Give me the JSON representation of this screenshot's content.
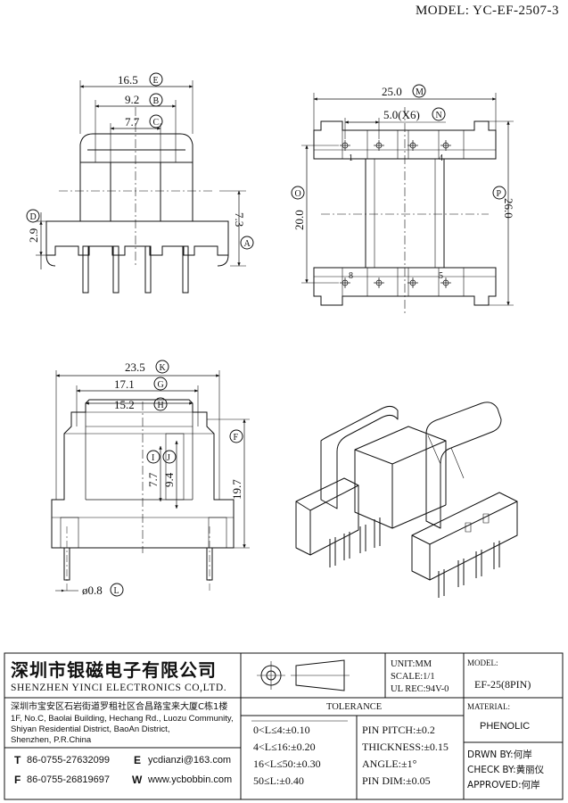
{
  "header": {
    "model_label": "MODEL:",
    "model_value": "YC-EF-2507-3"
  },
  "dims": {
    "e": "16.5",
    "b": "9.2",
    "c": "7.7",
    "d": "2.9",
    "a_val": "7.3",
    "m": "25.0",
    "n": "5.0(X6)",
    "o": "20.0",
    "p": "26.0",
    "k": "23.5",
    "g": "17.1",
    "h": "15.2",
    "i": "7.7",
    "j": "9.4",
    "f_val": "19.7",
    "l": "ø0.8"
  },
  "markers": {
    "A": "A",
    "B": "B",
    "C": "C",
    "D": "D",
    "E": "E",
    "F": "F",
    "G": "G",
    "H": "H",
    "I": "I",
    "J": "J",
    "K": "K",
    "L": "L",
    "M": "M",
    "N": "N",
    "O": "O",
    "P": "P"
  },
  "pins": {
    "p1": "1",
    "p4": "4",
    "p8": "8",
    "p5": "5"
  },
  "company": {
    "name_cn": "深圳市银磁电子有限公司",
    "name_en": "SHENZHEN YINCI ELECTRONICS CO,LTD.",
    "addr_cn": "深圳市宝安区石岩街道罗租社区合昌路宝来大厦C栋1楼",
    "addr_en1": "1F, No.C, Baolai Building, Hechang Rd., Luozu Community,",
    "addr_en2": "Shiyan Residential District, BaoAn District,",
    "addr_en3": "Shenzhen, P.R.China",
    "tel_label": "T",
    "tel": "86-0755-27632099",
    "fax_label": "F",
    "fax": "86-0755-26819697",
    "email_label": "E",
    "email": "ycdianzi@163.com",
    "web_label": "W",
    "web": "www.ycbobbin.com"
  },
  "info": {
    "unit": "UNIT:MM",
    "scale": "SCALE:1/1",
    "ul": "UL REC:94V-0",
    "model_label": "MODEL:",
    "model": "EF-25(8PIN)",
    "material_label": "MATERIAL:",
    "material": "PHENOLIC"
  },
  "tolerance": {
    "title": "TOLERANCE",
    "rows": [
      "0<L≤4:±0.10",
      "4<L≤16:±0.20",
      "16<L≤50:±0.30",
      "50≤L:±0.40"
    ],
    "pitch": "PIN PITCH:±0.2",
    "thickness": "THICKNESS:±0.15",
    "angle": "ANGLE:±1°",
    "pin_dim": "PIN DIM:±0.05"
  },
  "signoff": {
    "drawn": "DRWN BY:何岸",
    "check": "CHECK BY:黄丽仪",
    "approved": "APPROVED:何岸"
  }
}
